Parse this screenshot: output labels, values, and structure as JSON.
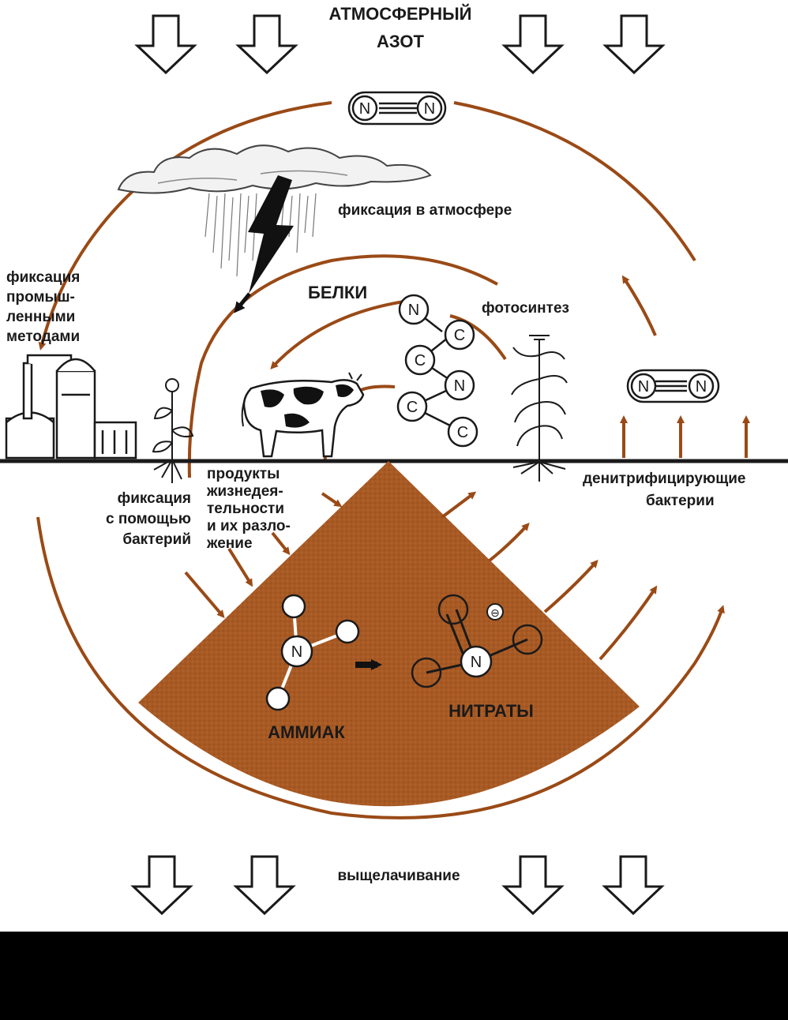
{
  "title": {
    "line1": "АТМОСФЕРНЫЙ",
    "line2": "АЗОТ"
  },
  "molecules": {
    "n2_top": [
      "N",
      "N"
    ],
    "n2_right": [
      "N",
      "N"
    ],
    "protein_atoms": [
      "N",
      "C",
      "C",
      "N",
      "C",
      "C"
    ],
    "ammonia_center": "N",
    "nitrate_center": "N",
    "nitrate_charge": "⊖"
  },
  "labels": {
    "atm_fixation": "фиксация в атмосфере",
    "industrial": [
      "фиксация",
      "промыш-",
      "ленными",
      "методами"
    ],
    "proteins": "БЕЛКИ",
    "photosynthesis": "фотосинтез",
    "bacterial": [
      "фиксация",
      "с помощью",
      "бактерий"
    ],
    "waste": [
      "продукты",
      "жизнедея-",
      "тельности",
      "и их разло-",
      "жение"
    ],
    "denitrify": [
      "денитрифицирующие",
      "бактерии"
    ],
    "ammonia": "АММИАК",
    "nitrates": "НИТРАТЫ",
    "leaching": "выщелачивание"
  },
  "colors": {
    "arrow": "#9a4a16",
    "soil": "#a85a24",
    "ink": "#1a1a1a"
  },
  "icons": [
    "down-arrow-icon",
    "lightning-icon",
    "cloud-icon",
    "factory-icon",
    "cow-icon",
    "corn-plant-icon",
    "flower-plant-icon"
  ]
}
